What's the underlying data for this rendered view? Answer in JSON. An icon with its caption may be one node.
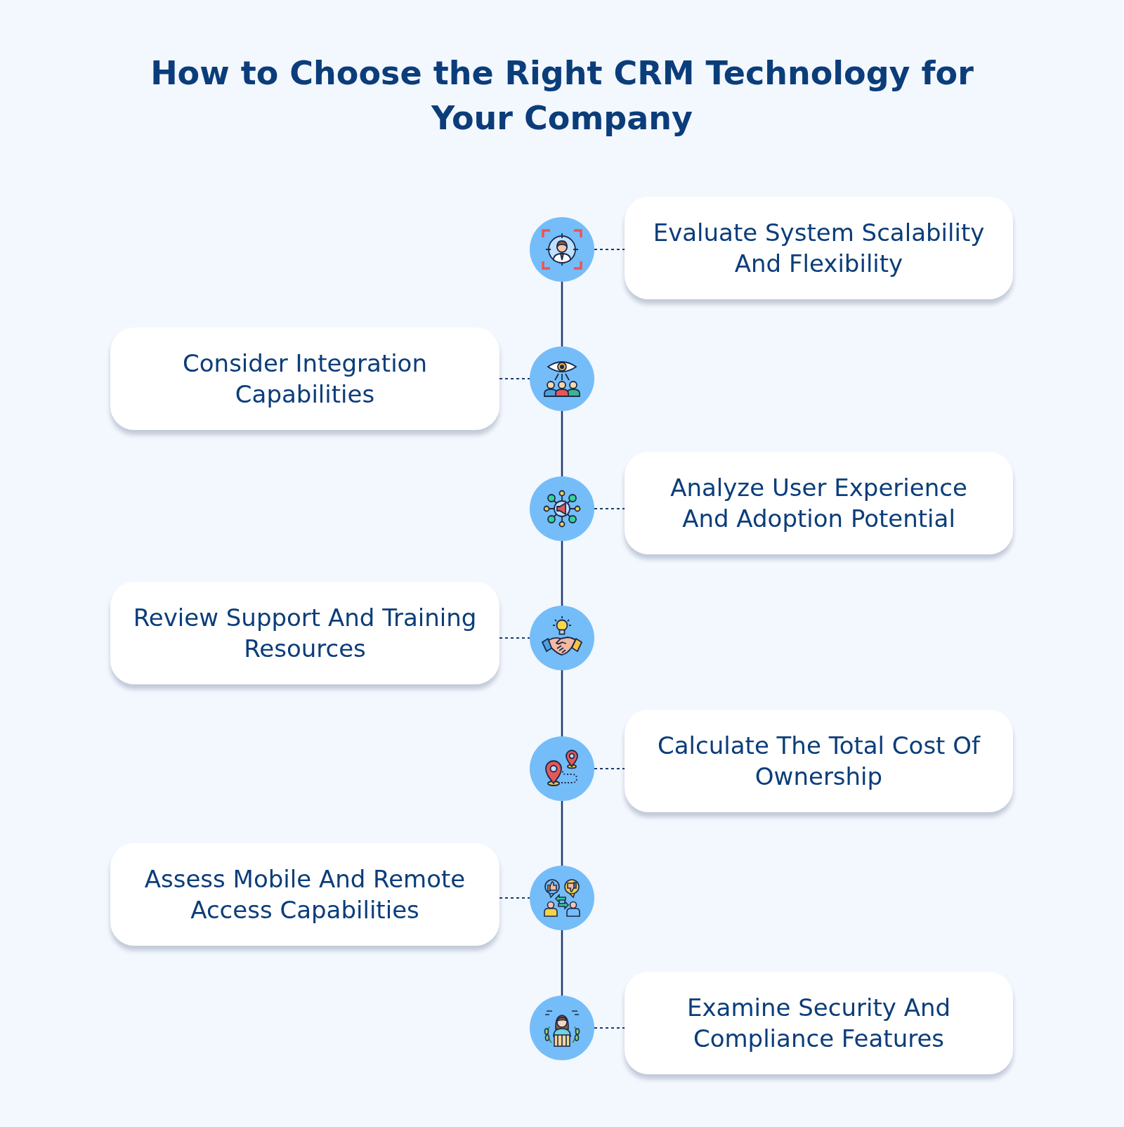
{
  "diagram": {
    "title": "How to Choose the Right CRM Technology for Your Company",
    "nodes": [
      {
        "text": [],
        "shape": "circle"
      },
      {
        "text": [
          "Evaluate System Scalability And Flexibility"
        ]
      },
      {
        "text": [
          "Consider Integration Capabilities"
        ]
      },
      {
        "text": [],
        "shape": "circle"
      },
      {
        "text": [],
        "shape": "circle"
      },
      {
        "text": [
          "Analyze User Experience And Adoption Potential"
        ]
      },
      {
        "text": [
          "Review Support And Training Resources"
        ]
      },
      {
        "text": [],
        "shape": "circle"
      },
      {
        "text": [],
        "shape": "circle"
      },
      {
        "text": [
          "Calculate The Total Cost Of Ownership"
        ]
      },
      {
        "text": [
          "Assess Mobile And Remote Access Capabilities"
        ]
      },
      {
        "text": [],
        "shape": "circle"
      },
      {
        "text": [],
        "shape": "circle"
      },
      {
        "text": [
          "Examine Security And Compliance Features"
        ]
      }
    ],
    "edges": [
      {
        "from": 0,
        "to": 1,
        "arrow": "none",
        "style": "dashed"
      },
      {
        "from": 0,
        "to": 3,
        "arrow": "none"
      },
      {
        "from": 2,
        "to": 3,
        "arrow": "none",
        "style": "dashed"
      },
      {
        "from": 3,
        "to": 4,
        "arrow": "none"
      },
      {
        "from": 4,
        "to": 5,
        "arrow": "none",
        "style": "dashed"
      },
      {
        "from": 4,
        "to": 7,
        "arrow": "none"
      },
      {
        "from": 6,
        "to": 7,
        "arrow": "none",
        "style": "dashed"
      },
      {
        "from": 7,
        "to": 8,
        "arrow": "none"
      },
      {
        "from": 8,
        "to": 9,
        "arrow": "none",
        "style": "dashed"
      },
      {
        "from": 8,
        "to": 11,
        "arrow": "none"
      },
      {
        "from": 10,
        "to": 11,
        "arrow": "none",
        "style": "dashed"
      },
      {
        "from": 11,
        "to": 12,
        "arrow": "none"
      },
      {
        "from": 12,
        "to": 13,
        "arrow": "none",
        "style": "dashed"
      }
    ]
  }
}
